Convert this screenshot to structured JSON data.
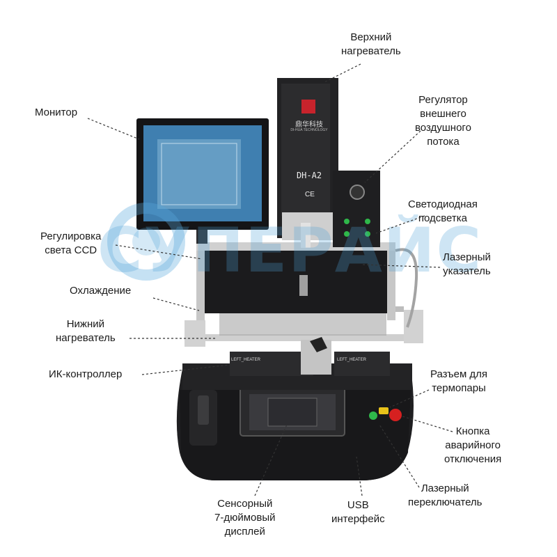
{
  "labels": {
    "top_heater": "Верхний\nнагреватель",
    "monitor": "Монитор",
    "ext_air": "Регулятор\nвнешнего\nвоздушного\nпотока",
    "led": "Светодиодная\nподсветка",
    "ccd": "Регулировка\nсвета CCD",
    "laser_pointer": "Лазерный\nуказатель",
    "cooling": "Охлаждение",
    "bottom_heater": "Нижний\nнагреватель",
    "ir_controller": "ИК-контроллер",
    "thermocouple": "Разъем для\nтермопары",
    "emergency": "Кнопка\nаварийного\nотключения",
    "laser_switch": "Лазерный\nпереключатель",
    "touch_display": "Сенсорный\n7-дюймовый\nдисплей",
    "usb": "USB\nинтерфейс"
  },
  "machine": {
    "brand_cn": "鼎华科技",
    "brand_en": "DI-HUA TECHNOLOGY",
    "model": "DH-A2",
    "ce_mark": "CE",
    "left_heater_label": "LEFT_HEATER",
    "right_heater_label": "LEFT_HEATER"
  },
  "watermark": {
    "text": "СУПЕРАЙС"
  },
  "colors": {
    "machine_dark": "#1d1d1f",
    "machine_mid": "#2e2e30",
    "metal": "#c9c9c9",
    "screen_blue": "#3f7fb0",
    "watermark": "#58a8dc",
    "emergency_red": "#d62020",
    "indicator_green": "#2fb84a"
  }
}
